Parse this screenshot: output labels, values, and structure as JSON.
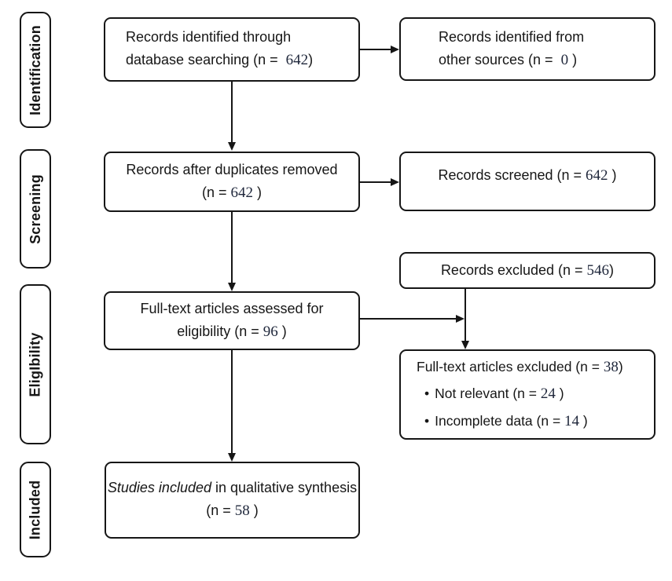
{
  "diagram": {
    "background": "#ffffff",
    "stroke_color": "#161616",
    "number_color": "#20283c",
    "stages": [
      {
        "label": "Identification"
      },
      {
        "label": "Screening"
      },
      {
        "label": "EligIbility"
      },
      {
        "label": "Included"
      }
    ],
    "boxes": {
      "identified_db": {
        "line1": "Records identified through",
        "line2_prefix": "database searching (n =  ",
        "n": "642",
        "line2_suffix": ")"
      },
      "identified_other": {
        "line1": "Records identified from",
        "line2_prefix": "other sources (n =  ",
        "n": "0",
        "line2_suffix": " )"
      },
      "after_duplicates": {
        "line1": "Records after duplicates removed",
        "line2_prefix": "(n = ",
        "n": "642",
        "line2_suffix": " )"
      },
      "screened": {
        "prefix": "Records screened (n = ",
        "n": "642",
        "suffix": " )"
      },
      "excluded": {
        "prefix": "Records excluded (n = ",
        "n": "546",
        "suffix": ")"
      },
      "fulltext_assessed": {
        "line1": "Full-text articles assessed for",
        "line2_prefix": "eligibility (n = ",
        "n": "96",
        "line2_suffix": " )"
      },
      "fulltext_excluded": {
        "line1_prefix": "Full-text articles excluded (n = ",
        "n": "38",
        "line1_suffix": ")",
        "bullet_char": "•",
        "bullets": [
          {
            "prefix": "Not relevant (n = ",
            "n": "24",
            "suffix": " )"
          },
          {
            "prefix": "Incomplete data (n = ",
            "n": "14",
            "suffix": " )"
          }
        ]
      },
      "qualitative_synthesis": {
        "line1_italic": "Studies included",
        "line1_rest": " in qualitative synthesis",
        "line2_prefix": "(n = ",
        "n": "58",
        "line2_suffix": " )"
      }
    }
  }
}
